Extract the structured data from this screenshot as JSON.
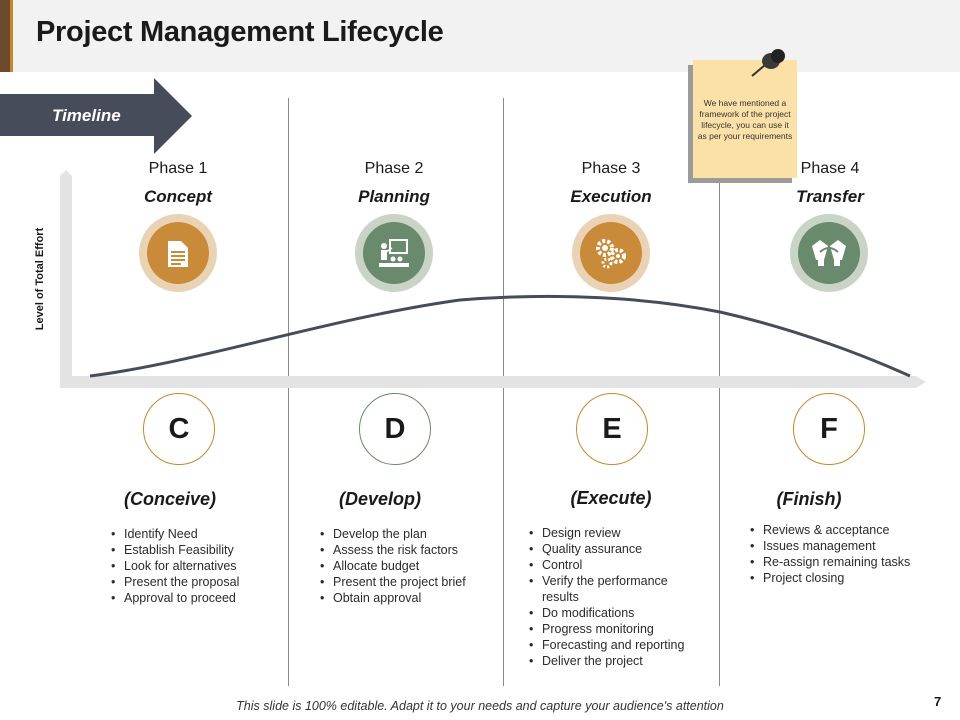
{
  "title": "Project Management Lifecycle",
  "timeline_label": "Timeline",
  "y_axis_label": "Level of Total Effort",
  "note": "We have mentioned a framework of the project lifecycle, you can use it as per your requirements",
  "phases": [
    {
      "number": "Phase 1",
      "name": "Concept",
      "icon": "document-icon",
      "letter": "C",
      "subtitle": "(Conceive)",
      "items": [
        "Identify Need",
        "Establish Feasibility",
        "Look for alternatives",
        "Present the proposal",
        "Approval  to proceed"
      ]
    },
    {
      "number": "Phase 2",
      "name": "Planning",
      "icon": "presentation-icon",
      "letter": "D",
      "subtitle": "(Develop)",
      "items": [
        "Develop  the plan",
        "Assess the risk factors",
        "Allocate budget",
        "Present the project brief",
        "Obtain approval"
      ]
    },
    {
      "number": "Phase 3",
      "name": "Execution",
      "icon": "gears-icon",
      "letter": "E",
      "subtitle": "(Execute)",
      "items": [
        "Design review",
        "Quality assurance",
        "Control",
        "Verify the performance results",
        "Do modifications",
        "Progress monitoring",
        "Forecasting  and reporting",
        "Deliver  the project"
      ]
    },
    {
      "number": "Phase 4",
      "name": "Transfer",
      "icon": "handshake-icon",
      "letter": "F",
      "subtitle": "(Finish)",
      "items": [
        "Reviews  & acceptance",
        "Issues management",
        "Re-assign remaining tasks",
        "Project closing"
      ]
    }
  ],
  "footer": "This slide is 100% editable. Adapt it to your needs and capture your audience's attention",
  "page_number": "7",
  "colors": {
    "gold": "#c98b3a",
    "green": "#6a8a6d",
    "dark": "#474c5a",
    "note": "#fbe1a8"
  }
}
